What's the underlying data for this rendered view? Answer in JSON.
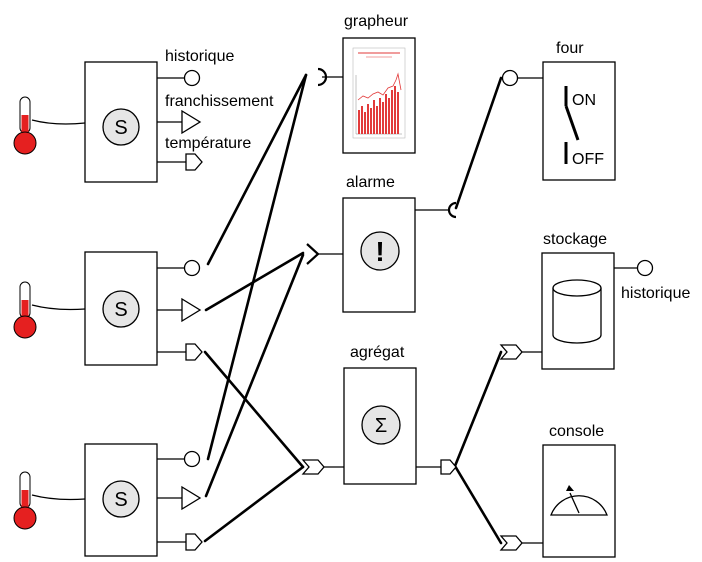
{
  "sensor_top": {
    "symbol": "S",
    "ports": [
      "historique",
      "franchissement",
      "température"
    ]
  },
  "sensor_middle": {
    "symbol": "S"
  },
  "sensor_bottom": {
    "symbol": "S"
  },
  "grapheur": {
    "label": "grapheur"
  },
  "alarme": {
    "label": "alarme",
    "symbol": "!"
  },
  "agregat": {
    "label": "agrégat",
    "symbol": "Σ"
  },
  "four": {
    "label": "four",
    "on_label": "ON",
    "off_label": "OFF"
  },
  "stockage": {
    "label": "stockage",
    "port_label": "historique"
  },
  "console": {
    "label": "console"
  },
  "colors": {
    "thermometer_red": "#e52020",
    "chart_bar_red": "#e23a3a"
  }
}
